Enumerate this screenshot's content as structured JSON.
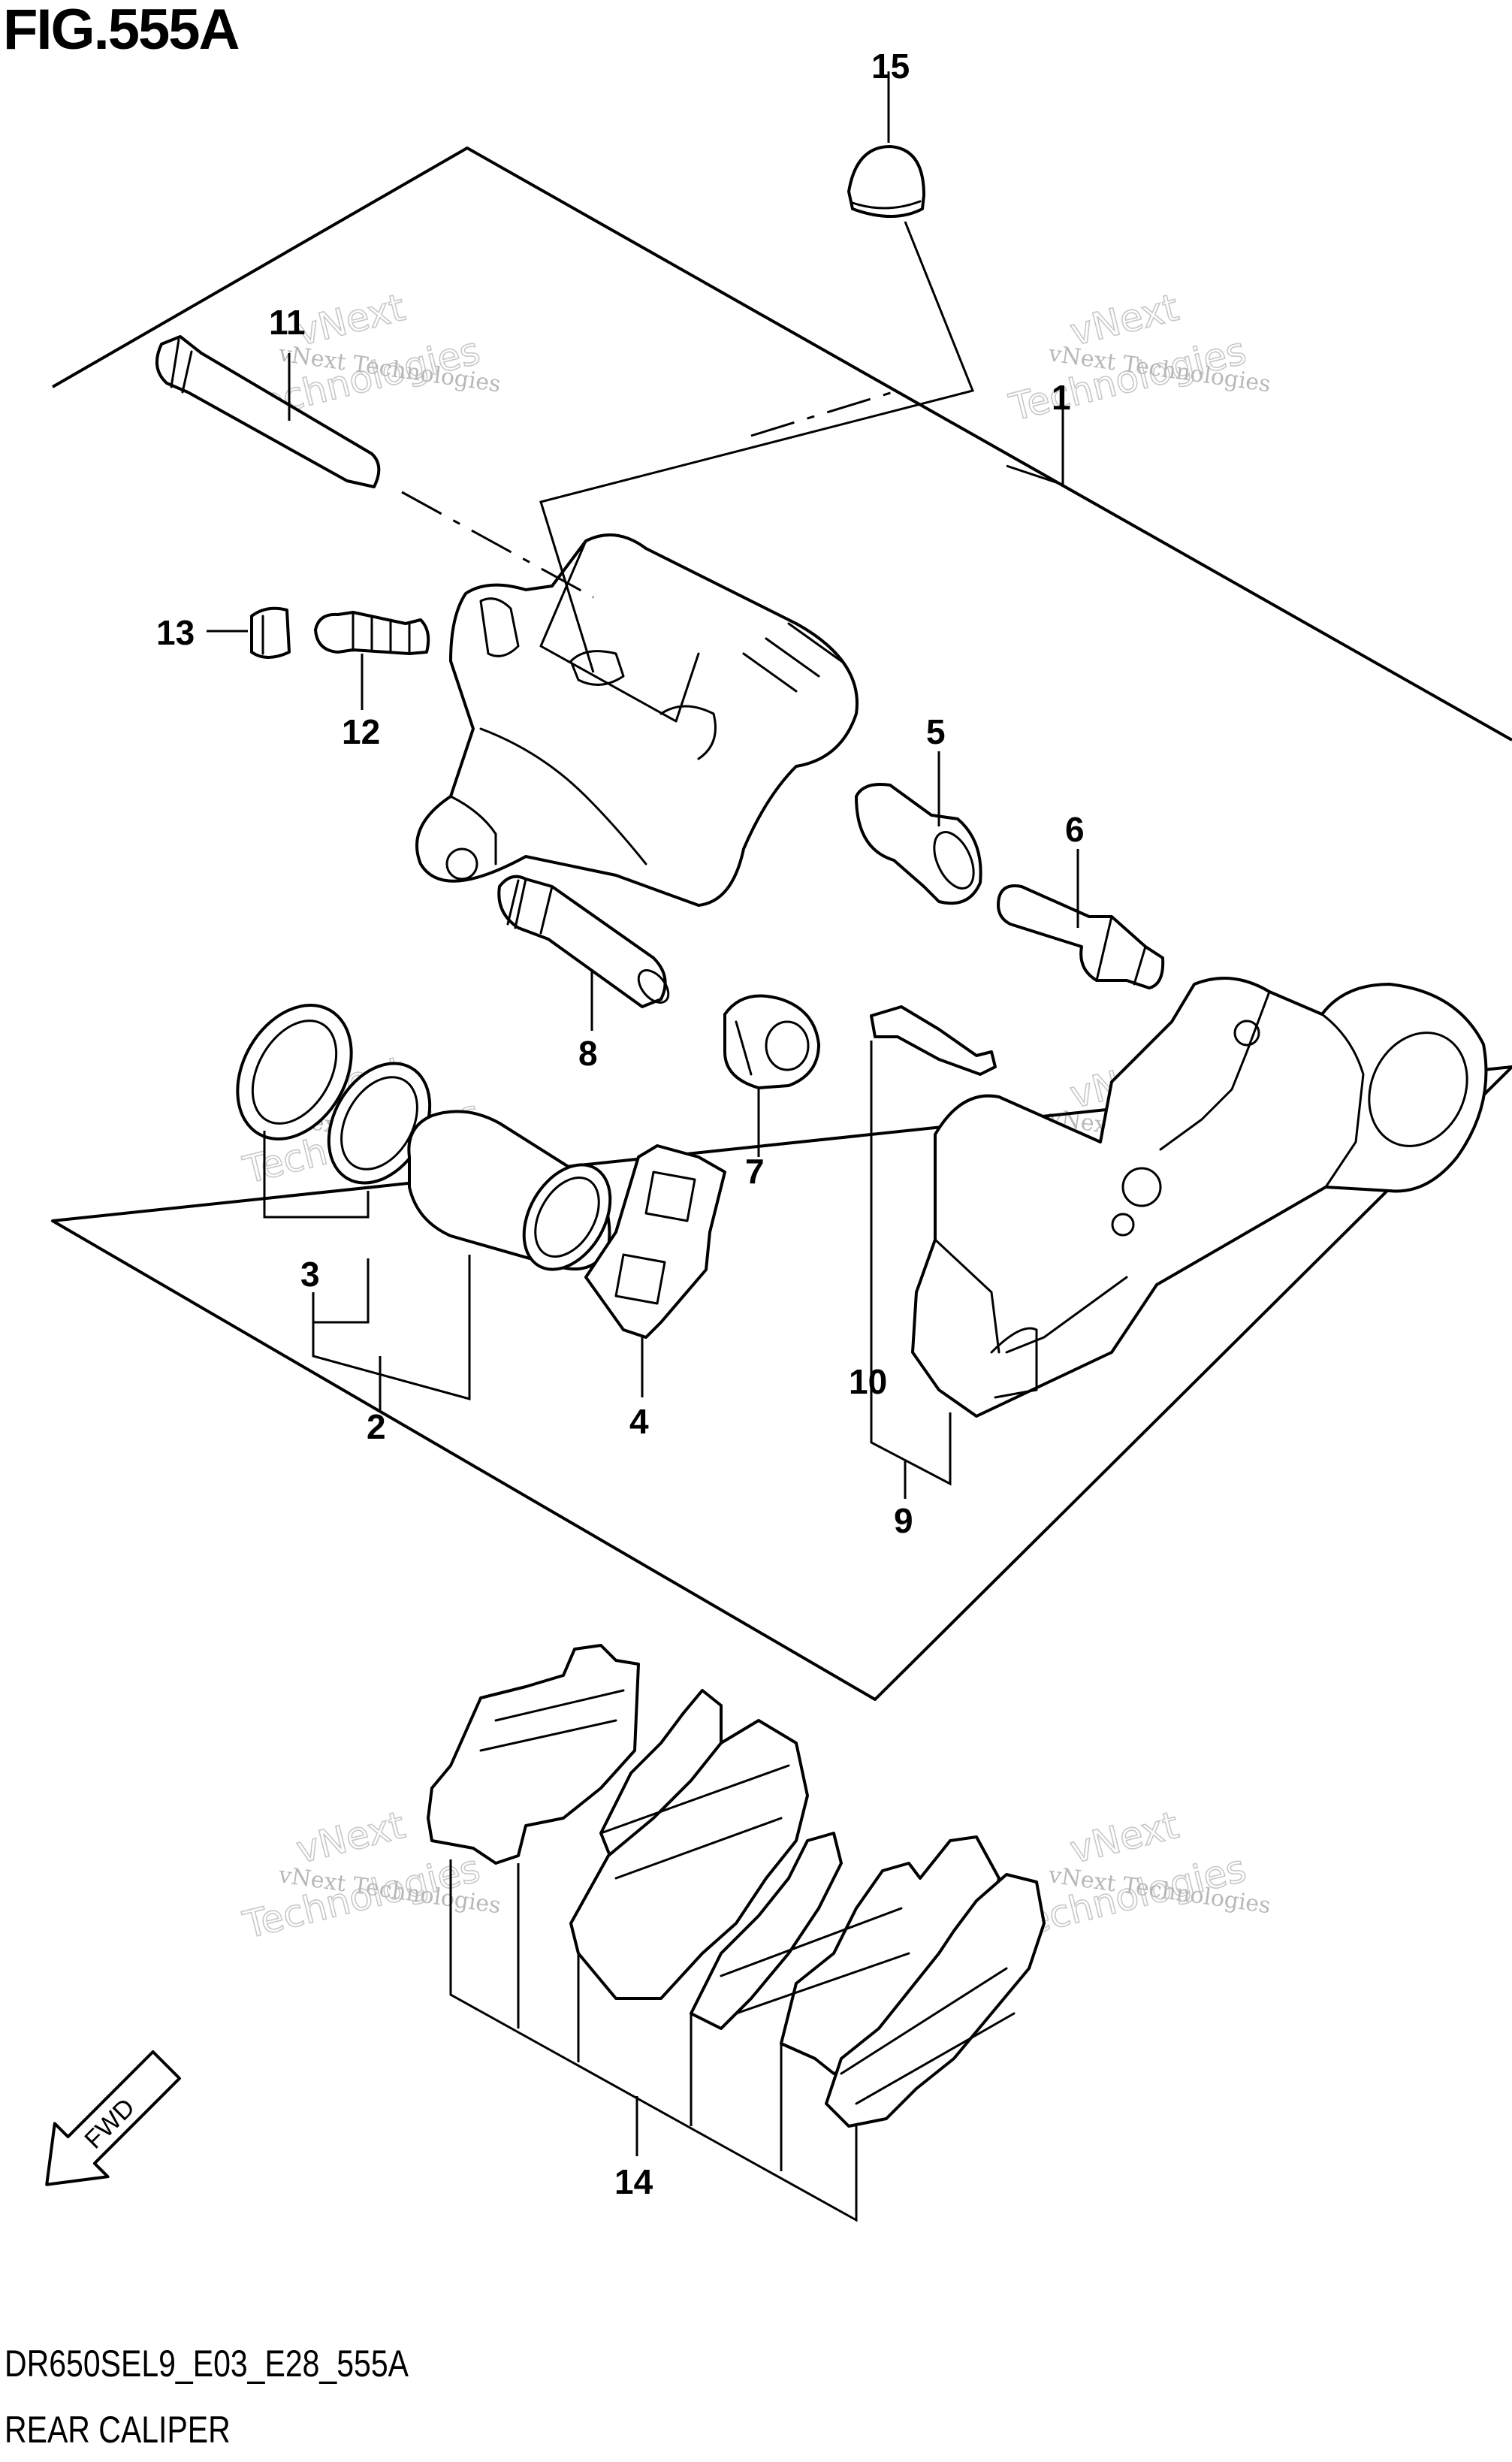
{
  "figure": {
    "title": "FIG.555A",
    "code": "DR650SEL9_E03_E28_555A",
    "name": "REAR CALIPER"
  },
  "callouts": [
    "1",
    "2",
    "3",
    "4",
    "5",
    "6",
    "7",
    "8",
    "9",
    "10",
    "11",
    "12",
    "13",
    "14",
    "15"
  ],
  "watermark": {
    "line1": "vNext Technologies",
    "line2a": "vNext",
    "line2b": "Technologies"
  },
  "direction": {
    "label": "FWD",
    "icon": "fwd-arrow-icon"
  },
  "colors": {
    "ink": "#000000",
    "background": "#ffffff",
    "watermark": "#b8b8b8"
  }
}
